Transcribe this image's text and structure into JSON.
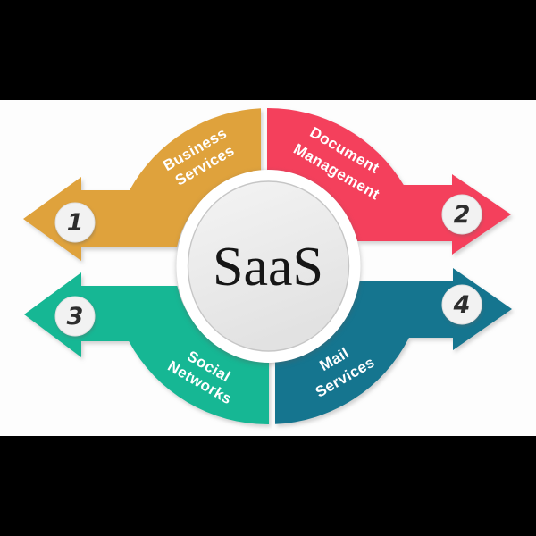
{
  "figure": {
    "center_label": "SaaS"
  },
  "colors": {
    "letterbox": "#000000",
    "background": "#fdfdfd",
    "center_fill_light": "#f3f3f3",
    "center_fill_dark": "#e3e3e3",
    "center_ring": "#ffffff",
    "badge_fill": "#f2f2f2",
    "label_text": "#ffffff",
    "number_text": "#2d2d2d"
  },
  "quadrants": [
    {
      "name": "business-services",
      "line1": "Business",
      "line2": "Services",
      "number": "1",
      "color": "#dfa23c",
      "arrow_direction": "left"
    },
    {
      "name": "document-management",
      "line1": "Document",
      "line2": "Management",
      "number": "2",
      "color": "#f4405c",
      "arrow_direction": "right"
    },
    {
      "name": "social-networks",
      "line1": "Social",
      "line2": "Networks",
      "number": "3",
      "color": "#16b794",
      "arrow_direction": "left"
    },
    {
      "name": "mail-services",
      "line1": "Mail",
      "line2": "Services",
      "number": "4",
      "color": "#15758f",
      "arrow_direction": "right"
    }
  ]
}
